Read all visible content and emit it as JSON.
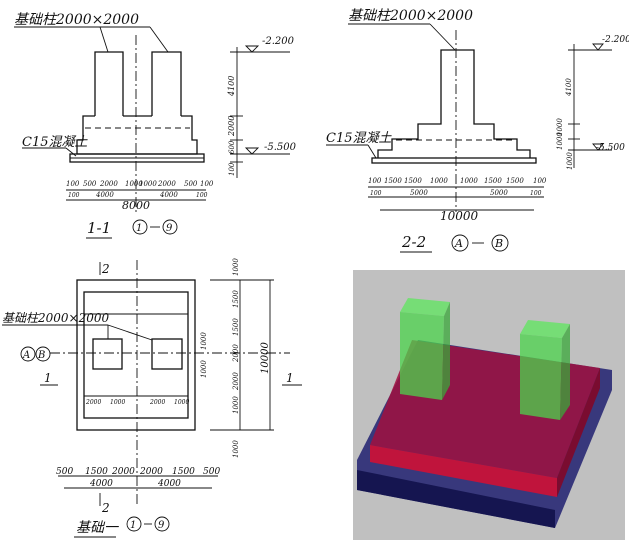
{
  "section_1_1": {
    "pier_label": "基础柱2000×2000",
    "concrete_label": "C15混凝土",
    "elev_top": "-2.200",
    "elev_bottom": "-5.500",
    "vdims": [
      "4100",
      "2000",
      "600",
      "100"
    ],
    "hdims_top": [
      "100",
      "500",
      "2000",
      "1000",
      "1000",
      "2000",
      "500",
      "100"
    ],
    "hdims_bottom": [
      "100",
      "4000",
      "4000",
      "100"
    ],
    "hdim_total": "8000",
    "title": "1-1",
    "axis_from": "1",
    "axis_to": "9"
  },
  "section_2_2": {
    "pier_label": "基础柱2000×2000",
    "concrete_label": "C15混凝土",
    "elev_top": "-2.200",
    "elev_bottom": "-5.500",
    "vdims": [
      "4100",
      "1000",
      "1000",
      "1000"
    ],
    "hdims_top": [
      "100",
      "1500",
      "1500",
      "1000",
      "1000",
      "1500",
      "1500",
      "100"
    ],
    "hdims_bottom": [
      "100",
      "5000",
      "5000",
      "100"
    ],
    "hdim_total": "10000",
    "title": "2-2",
    "axis_from": "A",
    "axis_to": "B"
  },
  "plan": {
    "pier_label": "基础柱2000×2000",
    "section_mark_top": "2",
    "section_mark_bottom": "2",
    "section_mark_left": "1",
    "section_mark_right": "1",
    "axis_a": "A",
    "axis_b": "B",
    "right_dims": [
      "1000",
      "1500",
      "1500",
      "2000",
      "2000",
      "1000",
      "1000"
    ],
    "right_total": "10000",
    "inner_dims": [
      "1000",
      "1000"
    ],
    "bottom_dims": [
      "500",
      "1500",
      "2000",
      "2000",
      "1500",
      "500"
    ],
    "bottom_halves": [
      "4000",
      "4000"
    ],
    "small_dims": [
      "2000",
      "1000",
      "2000",
      "1000"
    ],
    "title": "基础一",
    "axis_from": "1",
    "axis_to": "9"
  },
  "model_3d": {
    "background": "#c0c0c0",
    "column_color": "#4cd44c",
    "footing_color": "#a01040",
    "base_color": "#202070"
  }
}
